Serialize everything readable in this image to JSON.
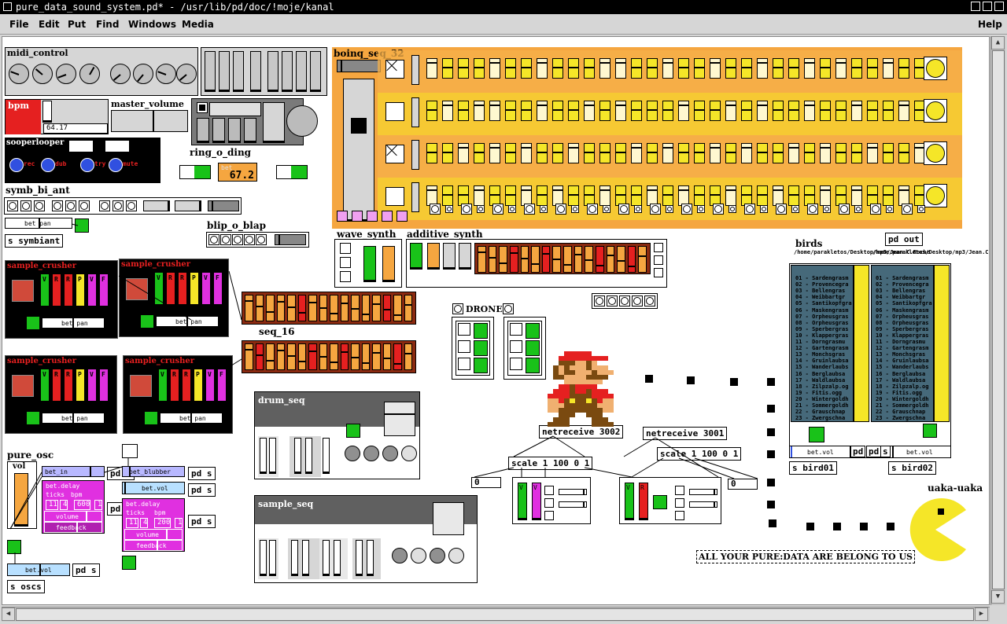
{
  "window": {
    "title": "pure_data_sound_system.pd* - /usr/lib/pd/doc/!moje/kanal"
  },
  "menu": {
    "file": "File",
    "edit": "Edit",
    "put": "Put",
    "find": "Find",
    "windows": "Windows",
    "media": "Media",
    "help": "Help"
  },
  "labels": {
    "midi_control": "midi_control",
    "bpm": "bpm",
    "bpm_value": "64.17",
    "master_volume": "master_volume",
    "sooperlooper": "sooperlooper",
    "rec": "rec",
    "dub": "dub",
    "try": "try",
    "mute": "mute",
    "ring_o_ding": "ring_o_ding",
    "ring_value": "67.2",
    "ring_small": "bet",
    "symb_bi_ant": "symb_bi_ant",
    "s_symbiant": "s symbiant",
    "bet_pan": "bet pan",
    "blip_o_blap": "blip_o_blap",
    "boinq_seq": "boinq_seq_32",
    "wave_synth": "wave_synth",
    "additive_synth": "additive_synth",
    "seq_16": "seq_16",
    "drones": "DRONES",
    "drum_seq": "drum_seq",
    "sample_seq": "sample_seq",
    "pure_osc": "pure_osc",
    "vol": "vol",
    "birds": "birds",
    "pd_out": "pd out",
    "uaka": "uaka-uaka",
    "slogan": "ALL YOUR PURE:DATA ARE BELONG TO US"
  },
  "sample_crusher": {
    "title": "sample_crusher",
    "letters": [
      "V",
      "R",
      "R",
      "P",
      "V",
      "F"
    ]
  },
  "osc": {
    "bet_in": "bet_in",
    "bet_blubber": "bet_blubber",
    "bet_vol": "bet.vol",
    "pd_s": "pd s",
    "pd": "pd",
    "s_oscs": "s oscs",
    "delay1": "bet.delay",
    "ticks": "ticks",
    "bpm": "bpm",
    "d1": "11",
    "d2": "4",
    "d3": "600",
    "d4": "1",
    "volume": "volume",
    "feedback": "feedback",
    "delay2": "bet.delay",
    "e1": "11",
    "e2": "4",
    "e3": "200",
    "e4": "1"
  },
  "net": {
    "r1": "netreceive 3002",
    "r2": "netreceive 3001",
    "s1": "scale 1 100 0 1",
    "s2": "scale 1 100 0 1",
    "n0": "0",
    "n1": "0"
  },
  "birds_panel": {
    "path": "/home/parakletos/Desktop/mp3/Jean.C.Roche",
    "bet_vol": "bet.vol",
    "pd": "pd",
    "pd2": "pd",
    "s": "s",
    "s_bird01": "s bird01",
    "s_bird02": "s bird02",
    "list": [
      "01 - Sardengrasm",
      "02 - Provencegra",
      "03 - Bellengras",
      "04 - Weibbartgr",
      "05 - Santikopfgra",
      "06 - Maskengrasm",
      "07 - Orpheusgras",
      "08 - Orpheusgras",
      "09 - Sperbergras",
      "10 - Klappergras",
      "11 - Dorngrasmu",
      "12 - Gartengrasm",
      "13 - Monchsgras",
      "14 - Gruinlaubsa",
      "15 - Wanderlaubs",
      "16 - Berglaubsa",
      "17 - Waldlaubsa",
      "18 - Zilpzalp.og",
      "19 - Fitis.ogg",
      "20 - Wintergoldh",
      "21 - Sommergoldh",
      "22 - Grauschnap",
      "23 - Zwergschna"
    ]
  },
  "colors": {
    "orange": "#f5a640",
    "yellow": "#f5e628",
    "green": "#19c219",
    "red": "#e52020",
    "magenta": "#e030e0",
    "panel": "#46697a"
  }
}
